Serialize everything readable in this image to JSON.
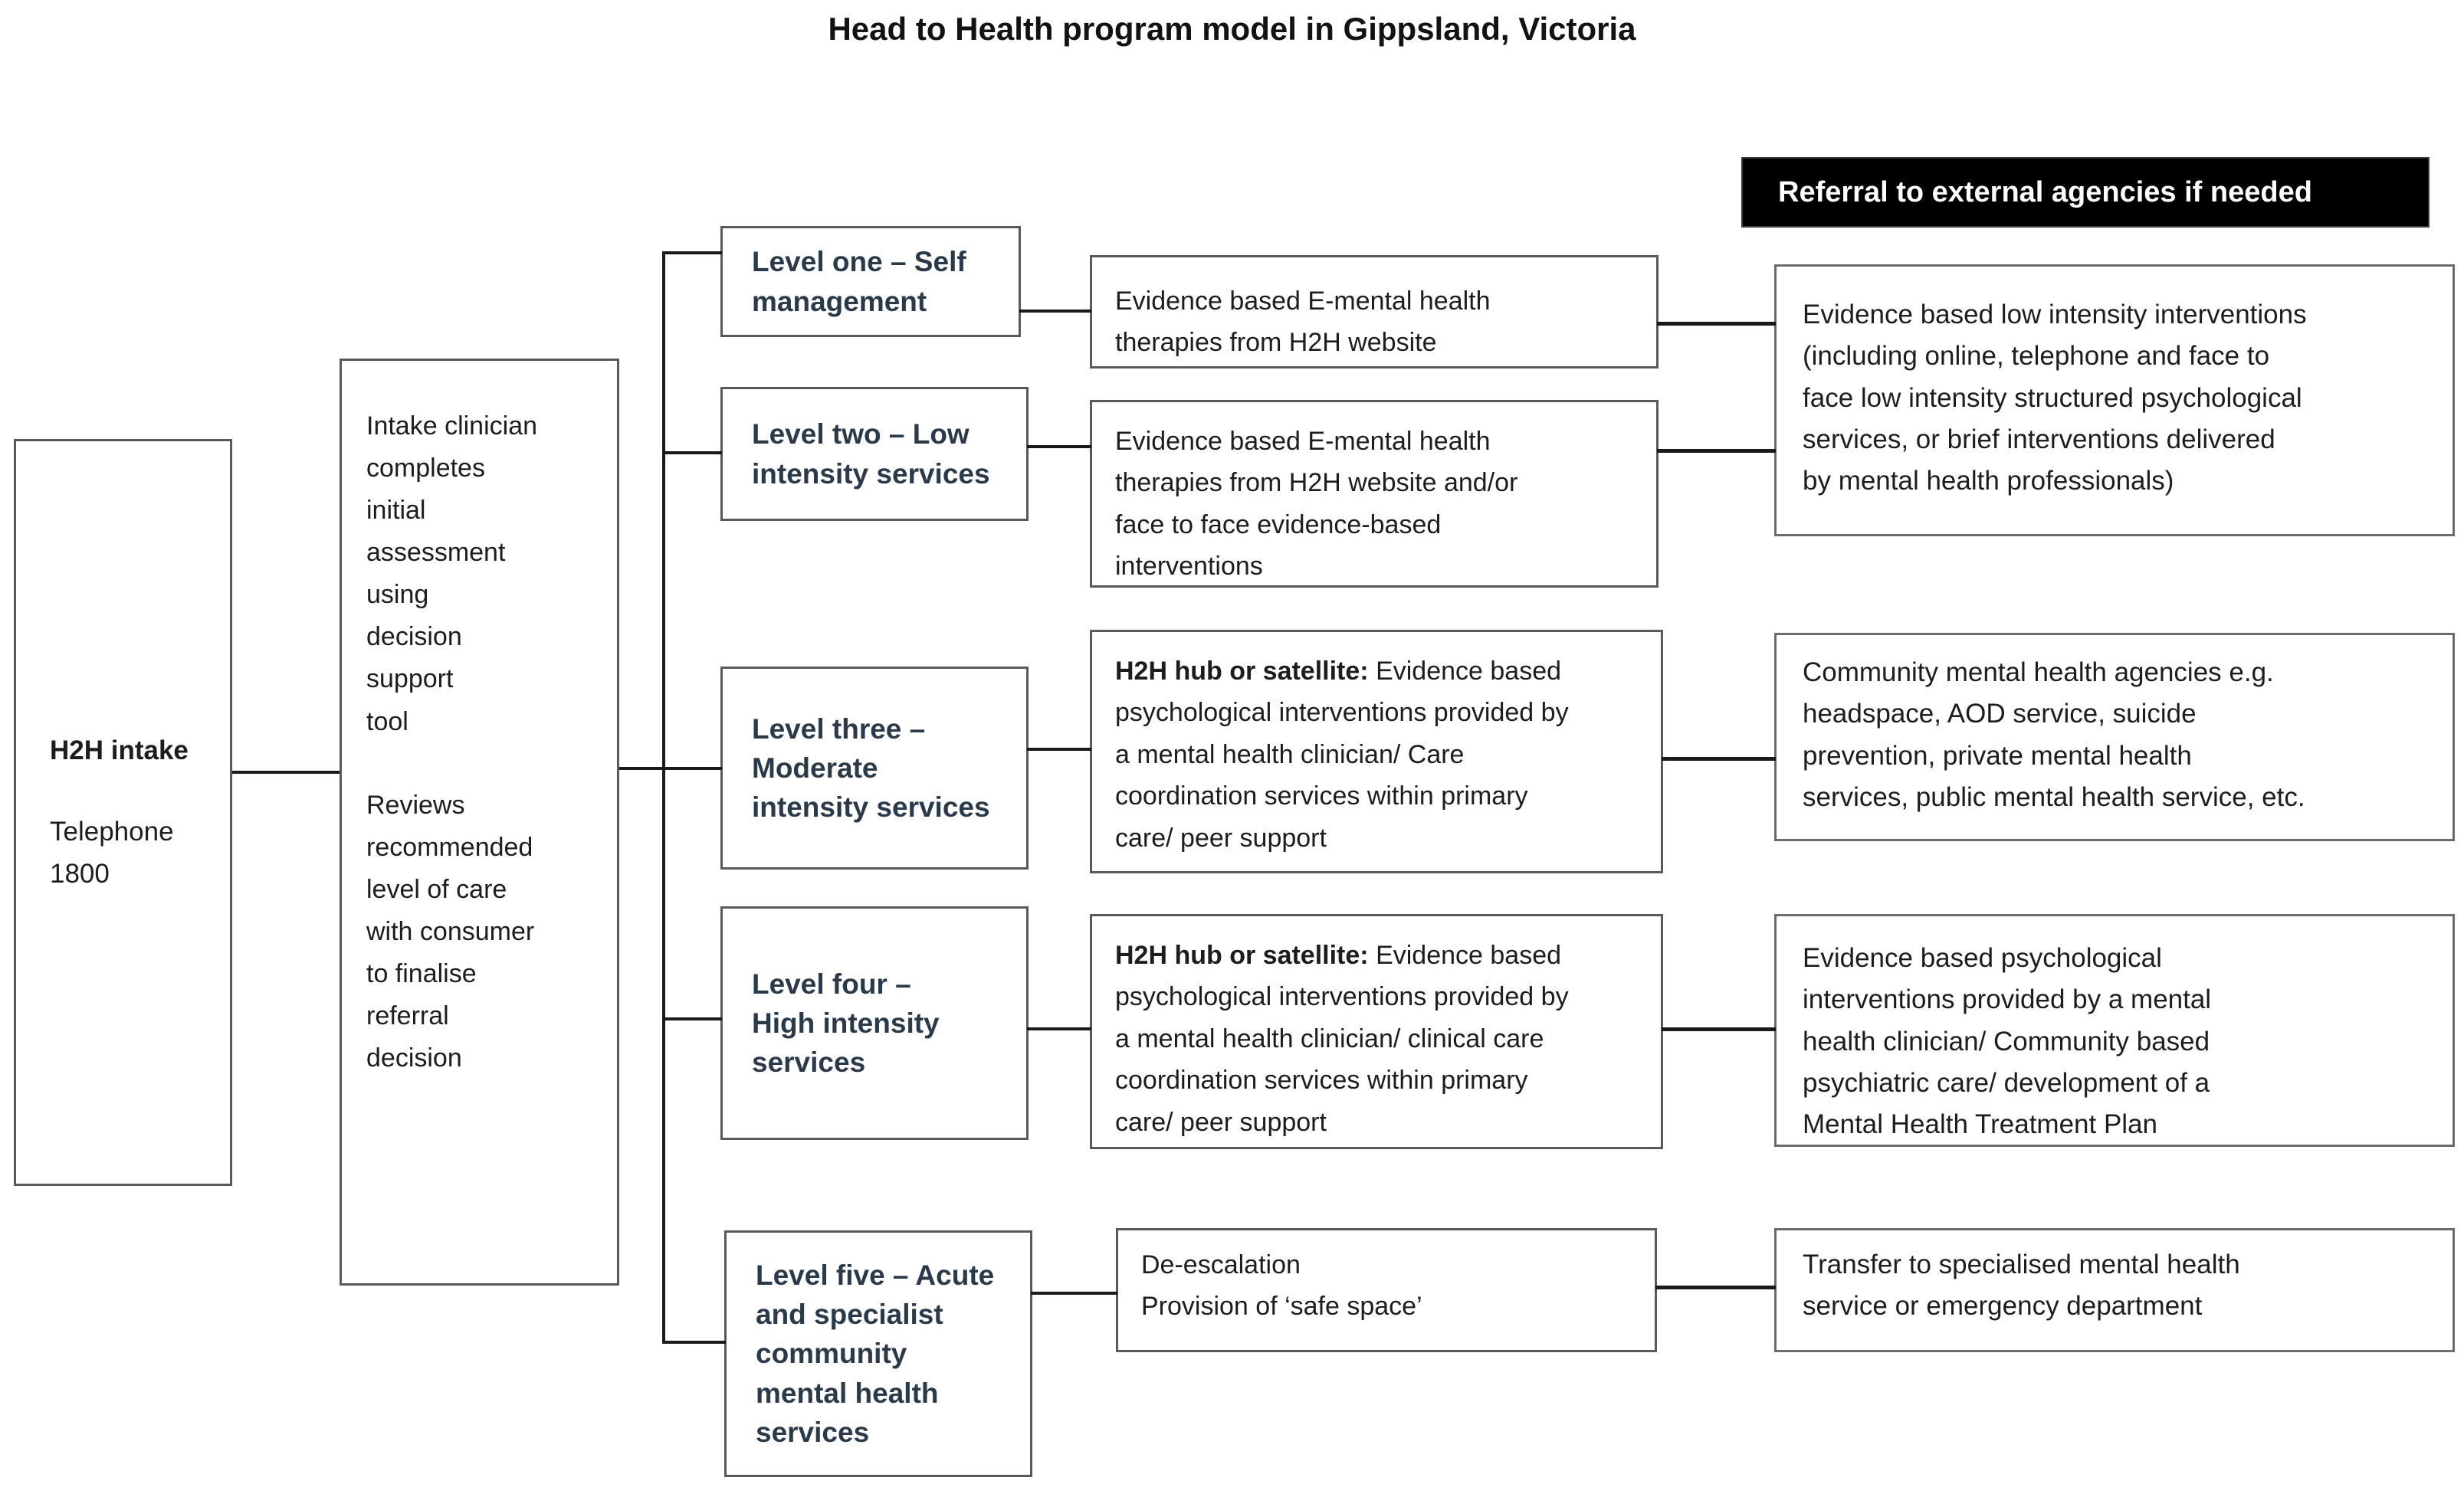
{
  "title": "Head to Health program model in Gippsland, Victoria",
  "banner": {
    "label": "Referral to external agencies if needed"
  },
  "colors": {
    "banner_bg": "#000000",
    "banner_fg": "#ffffff",
    "box_border": "#595959",
    "connector": "#1a1a1a",
    "level_label_text": "#2b3a4a",
    "body_text": "#1d1d1d"
  },
  "intake_box": {
    "heading": "H2H intake",
    "body": "Telephone\n1800"
  },
  "clinician_box": {
    "para1": "Intake clinician\ncompletes\ninitial\nassessment\nusing\ndecision\nsupport\ntool",
    "para2": "Reviews\nrecommended\nlevel of care\nwith consumer\nto finalise\nreferral\ndecision"
  },
  "levels": [
    {
      "label": "Level one – Self\nmanagement"
    },
    {
      "label": "Level two – Low\nintensity services"
    },
    {
      "label": "Level three –\nModerate\nintensity services"
    },
    {
      "label": "Level four –\nHigh intensity\nservices"
    },
    {
      "label": "Level five – Acute\nand specialist\ncommunity\nmental health\nservices"
    }
  ],
  "middle_boxes": [
    {
      "lead": "",
      "text": "Evidence based E-mental health\ntherapies from H2H website"
    },
    {
      "lead": "",
      "text": "Evidence based E-mental health\ntherapies from H2H website and/or\nface to face evidence-based\ninterventions"
    },
    {
      "lead": "H2H hub or satellite: ",
      "text": "Evidence based\npsychological interventions provided by\na mental health clinician/ Care\ncoordination services within primary\ncare/ peer support"
    },
    {
      "lead": "H2H hub or satellite: ",
      "text": "Evidence based\npsychological interventions provided by\na mental health clinician/ clinical care\ncoordination services within primary\ncare/ peer support"
    },
    {
      "lead": "",
      "text": "De-escalation\nProvision of ‘safe space’"
    }
  ],
  "right_boxes": [
    {
      "text": "Evidence based low intensity interventions\n(including online, telephone and face to\nface low intensity structured psychological\nservices, or brief interventions delivered\nby mental health professionals)"
    },
    {
      "text": "Community mental health agencies e.g.\nheadspace, AOD service, suicide\nprevention, private mental health\nservices, public mental health service, etc."
    },
    {
      "text": "Evidence based psychological\ninterventions provided by a mental\nhealth clinician/ Community based\npsychiatric care/ development of a\nMental Health Treatment Plan"
    },
    {
      "text": "Transfer to specialised mental health\nservice or emergency department"
    }
  ]
}
